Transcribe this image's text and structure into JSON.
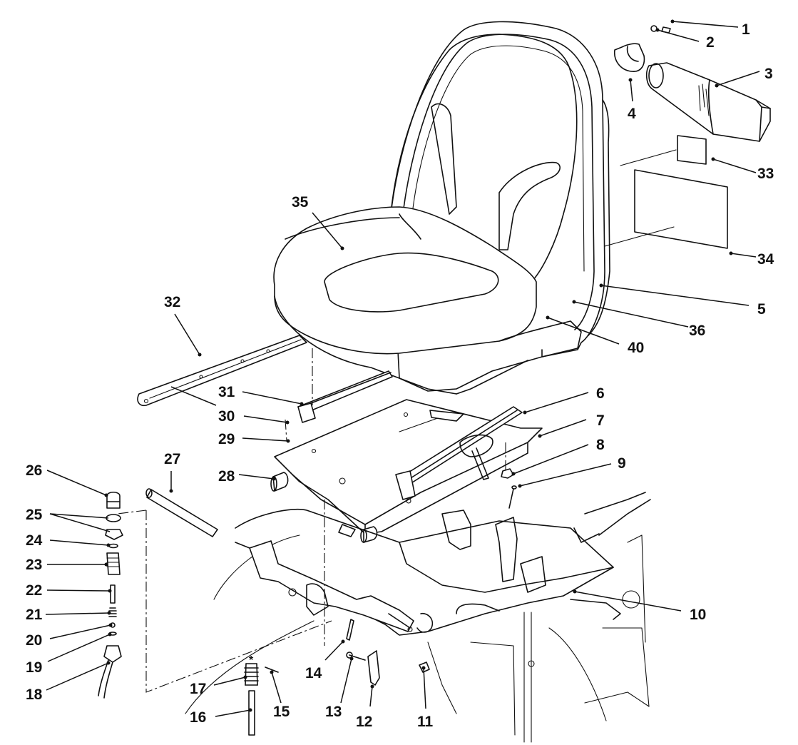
{
  "callouts": [
    {
      "id": "1",
      "text": "1"
    },
    {
      "id": "2",
      "text": "2"
    },
    {
      "id": "3",
      "text": "3"
    },
    {
      "id": "4",
      "text": "4"
    },
    {
      "id": "5",
      "text": "5"
    },
    {
      "id": "6",
      "text": "6"
    },
    {
      "id": "7",
      "text": "7"
    },
    {
      "id": "8",
      "text": "8"
    },
    {
      "id": "9",
      "text": "9"
    },
    {
      "id": "10",
      "text": "10"
    },
    {
      "id": "11",
      "text": "11"
    },
    {
      "id": "12",
      "text": "12"
    },
    {
      "id": "13",
      "text": "13"
    },
    {
      "id": "14",
      "text": "14"
    },
    {
      "id": "15",
      "text": "15"
    },
    {
      "id": "16",
      "text": "16"
    },
    {
      "id": "17",
      "text": "17"
    },
    {
      "id": "18",
      "text": "18"
    },
    {
      "id": "19",
      "text": "19"
    },
    {
      "id": "20",
      "text": "20"
    },
    {
      "id": "21",
      "text": "21"
    },
    {
      "id": "22",
      "text": "22"
    },
    {
      "id": "23",
      "text": "23"
    },
    {
      "id": "24",
      "text": "24"
    },
    {
      "id": "25",
      "text": "25"
    },
    {
      "id": "26",
      "text": "26"
    },
    {
      "id": "27",
      "text": "27"
    },
    {
      "id": "28",
      "text": "28"
    },
    {
      "id": "29",
      "text": "29"
    },
    {
      "id": "30",
      "text": "30"
    },
    {
      "id": "31",
      "text": "31"
    },
    {
      "id": "32",
      "text": "32"
    },
    {
      "id": "33",
      "text": "33"
    },
    {
      "id": "34",
      "text": "34"
    },
    {
      "id": "35",
      "text": "35"
    },
    {
      "id": "36",
      "text": "36"
    },
    {
      "id": "40",
      "text": "40"
    }
  ],
  "asterisk_mark": "*"
}
